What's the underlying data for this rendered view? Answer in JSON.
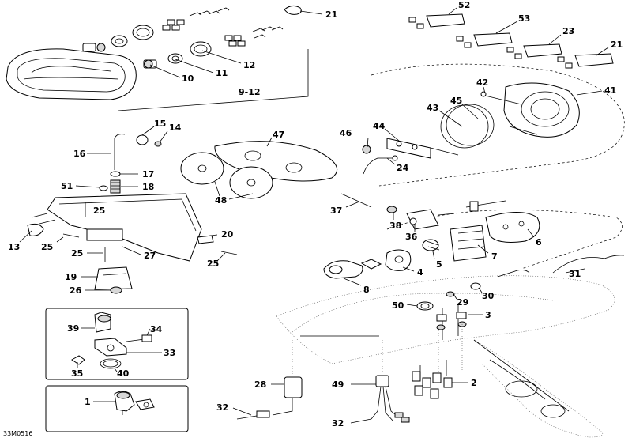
{
  "diagram": {
    "code": "33M0516",
    "labels": {
      "l1": "1",
      "l2": "2",
      "l3": "3",
      "l4": "4",
      "l5": "5",
      "l6": "6",
      "l7": "7",
      "l8": "8",
      "l10": "10",
      "l11": "11",
      "l12": "12",
      "l13": "13",
      "l14": "14",
      "l15": "15",
      "l16": "16",
      "l17": "17",
      "l18": "18",
      "l19": "19",
      "l20": "20",
      "l21": "21",
      "l23": "23",
      "l24": "24",
      "l25a": "25",
      "l25b": "25",
      "l25c": "25",
      "l25d": "25",
      "l26": "26",
      "l27": "27",
      "l28": "28",
      "l29": "29",
      "l30": "30",
      "l31": "31",
      "l32a": "32",
      "l32b": "32",
      "l33": "33",
      "l34": "34",
      "l35": "35",
      "l36": "36",
      "l37": "37",
      "l38": "38",
      "l39": "39",
      "l40": "40",
      "l41": "41",
      "l42": "42",
      "l43": "43",
      "l44": "44",
      "l45": "45",
      "l46": "46",
      "l47": "47",
      "l48": "48",
      "l49": "49",
      "l50": "50",
      "l51": "51",
      "l52": "52",
      "l53": "53",
      "l9_12": "9-12"
    }
  }
}
